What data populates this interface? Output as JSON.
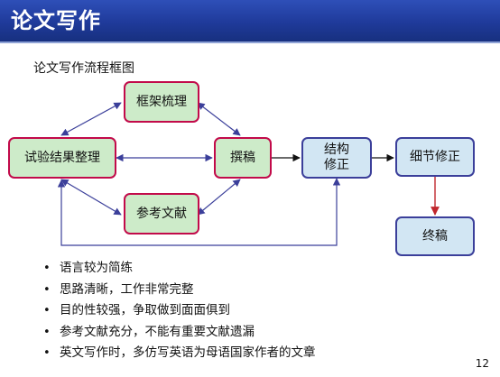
{
  "header": {
    "title": "论文写作"
  },
  "subtitle": "论文写作流程框图",
  "colors": {
    "header_blue": "#1f3a9a",
    "green_fill": "#cdebc9",
    "green_border": "#c20a4a",
    "blue_fill": "#d2e6f3",
    "blue_border": "#3b3f9a",
    "arrow_red": "#c0272d"
  },
  "diagram": {
    "nodes": {
      "framework": "框架梳理",
      "results": "试验结果整理",
      "draft": "撰稿",
      "references": "参考文献",
      "structure": "结构\n修正",
      "detail": "细节修正",
      "final": "终稿"
    }
  },
  "bullets": [
    "语言较为简练",
    "思路清晰，工作非常完整",
    "目的性较强，争取做到面面俱到",
    "参考文献充分，不能有重要文献遗漏",
    "英文写作时，多仿写英语为母语国家作者的文章"
  ],
  "page_number": "12"
}
